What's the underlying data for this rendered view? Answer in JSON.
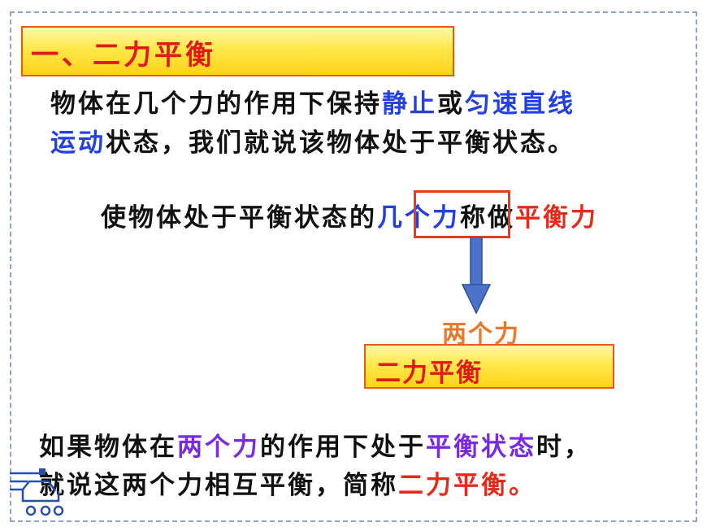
{
  "slide": {
    "section_heading": "一、二力平衡",
    "definition": {
      "line1_a": "物体在几个力的作用下保持",
      "line1_b": "静止",
      "line1_c": "或",
      "line1_d": "匀速直线",
      "line2_a": "运动",
      "line2_b": "状态，我们就说该物体处于平衡状态。"
    },
    "balance_force": {
      "text_a": "使物体处于平衡状态的",
      "text_b": "几个力",
      "text_c": "称做",
      "text_d": "平衡力"
    },
    "two_forces_label": "两个力",
    "sub_heading": "二力平衡",
    "conclusion": {
      "line1_a": "如果物体在",
      "line1_b": "两个力",
      "line1_c": "的作用下处于",
      "line1_d": "平衡状态",
      "line1_e": "时，",
      "line2_a": "就说这两个力相互平衡，简称",
      "line2_b": "二力平衡。"
    }
  },
  "colors": {
    "heading_red": "#e0191b",
    "highlight_blue": "#2340e0",
    "highlight_red": "#e52a1a",
    "highlight_purple": "#7a2ae0",
    "highlight_orange": "#e8782a",
    "banner_yellow": "#ffe84a",
    "arrow_blue": "#4a73c9"
  },
  "icons": [
    "arrow-down-icon",
    "logo-icon"
  ]
}
